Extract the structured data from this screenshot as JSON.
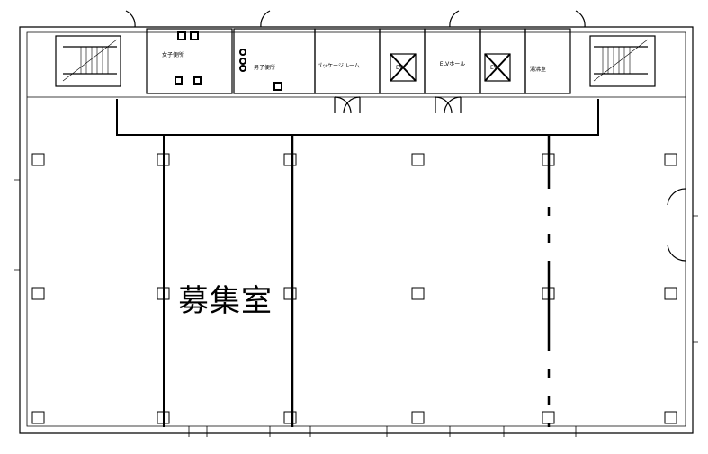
{
  "rooms": {
    "main_room": "募集室",
    "womens_restroom": "女子便所",
    "mens_restroom": "男子便所",
    "package_room": "パッケージルーム",
    "elevator_hall": "ELVホール",
    "kitchenette": "湯沸室",
    "elevator_1": "EV",
    "elevator_2": "EV"
  },
  "colors": {
    "line": "#000000",
    "background": "#ffffff"
  }
}
